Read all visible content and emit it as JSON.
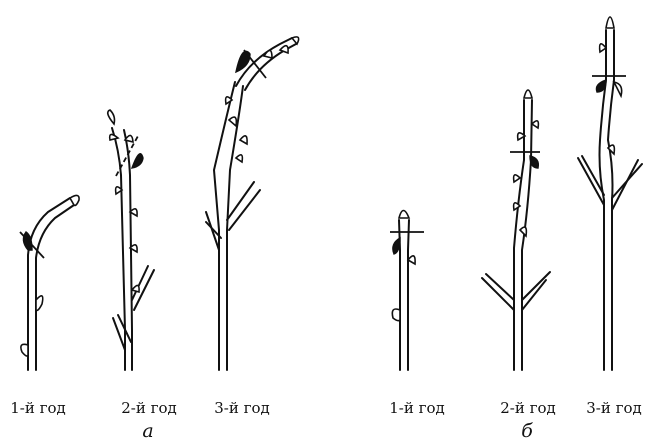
{
  "labels": {
    "a1": "1-й год",
    "a2": "2-й год",
    "a3": "3-й год",
    "b1": "1-й год",
    "b2": "2-й год",
    "b3": "3-й год"
  },
  "panels": {
    "a": "а",
    "b": "б"
  }
}
